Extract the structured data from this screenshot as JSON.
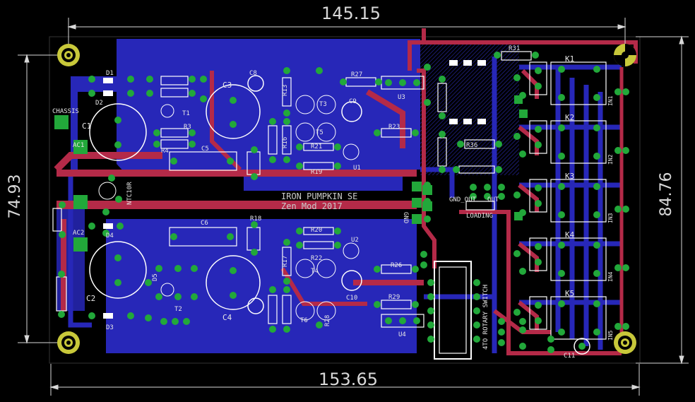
{
  "dimensions": {
    "top": "145.15",
    "bottom": "153.65",
    "left": "74.93",
    "right": "84.76"
  },
  "title": {
    "line1": "IRON PUMPKIN SE",
    "line2": "Zen Mod 2017"
  },
  "labels": {
    "chassis": "CHASSIS",
    "ac1": "AC1",
    "ac2": "AC2",
    "ntc": "NTC10R",
    "gnd": "GND",
    "gnd_out": "GND_OUT",
    "out": "OUT",
    "loading": "LOADING",
    "rotary": "4TO ROTARY SWITCH"
  },
  "components": {
    "c1": "C1",
    "c2": "C2",
    "c3": "C3",
    "c4": "C4",
    "c5": "C5",
    "c6": "C6",
    "c8": "C8",
    "c9": "C9",
    "c10": "C10",
    "c11": "C11",
    "d1": "D1",
    "d2": "D2",
    "d3": "D3",
    "d4": "D4",
    "d5": "D5",
    "t1": "T1",
    "t2": "T2",
    "t3": "T3",
    "t4": "T4",
    "t5": "T5",
    "t6": "T6",
    "u1": "U1",
    "u2": "U2",
    "u3": "U3",
    "u4": "U4",
    "r3": "R3",
    "r4": "R4",
    "r13": "R13",
    "r16": "R16",
    "r17": "R17",
    "r18": "R18",
    "r19": "R19",
    "r20": "R20",
    "r21": "R21",
    "r22": "R22",
    "r23": "R23",
    "r26": "R26",
    "r27": "R27",
    "r28": "R28",
    "r29": "R29",
    "r31": "R31",
    "r36": "R36"
  },
  "relays": {
    "k1": "K1",
    "k2": "K2",
    "k3": "K3",
    "k4": "K4",
    "k5": "K5"
  },
  "inputs": {
    "in1": "IN1",
    "in2": "IN2",
    "in3": "IN3",
    "in4": "IN4",
    "in5": "IN5"
  },
  "colors": {
    "background": "#000000",
    "copper_bottom": "#2727b8",
    "copper_top": "#b42a48",
    "pad": "#22a83a",
    "silkscreen": "#ffffff",
    "mounting_hole": "#c8c83a",
    "dimension": "#d8d8d8"
  }
}
